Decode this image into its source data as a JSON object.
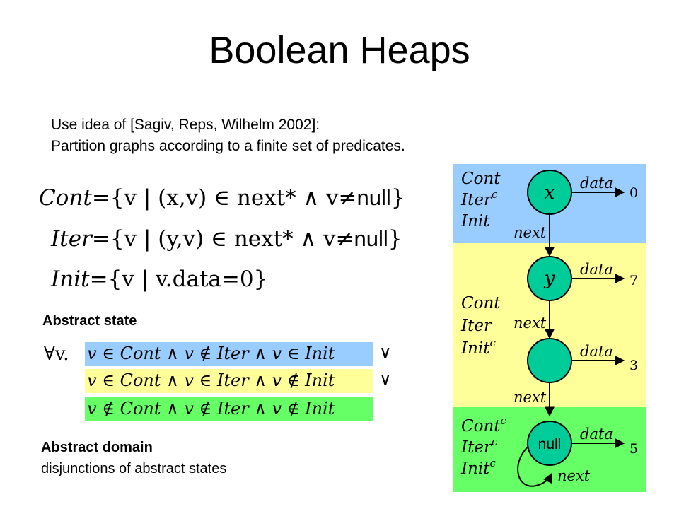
{
  "slide": {
    "title": "Boolean Heaps",
    "intro_line1": "Use idea of [Sagiv, Reps, Wilhelm 2002]:",
    "intro_line2": "Partition graphs according to a finite set of predicates."
  },
  "definitions": [
    {
      "name": "Cont",
      "body": "={v | (x,v) ∈ next* ∧ v≠",
      "null": "null",
      "end": "}"
    },
    {
      "name": "Iter",
      "body": "={v | (y,v) ∈ next* ∧ v≠",
      "null": "null",
      "end": "}"
    },
    {
      "name": "Init",
      "body": "={v | v.data=0}"
    }
  ],
  "abstract_state": {
    "heading": "Abstract state",
    "quantifier": "∀v.",
    "rows": [
      {
        "text": "v ∈ Cont ∧ v ∉ Iter ∧ v ∈ Init",
        "color": "#99ccff",
        "or": "∨"
      },
      {
        "text": "v ∈ Cont ∧ v ∈ Iter ∧ v ∉ Init",
        "color": "#ffff99",
        "or": "∨"
      },
      {
        "text": "v ∉ Cont ∧ v ∉ Iter ∧ v ∉ Init",
        "color": "#66ff66",
        "or": ""
      }
    ]
  },
  "abstract_domain": {
    "heading": "Abstract domain",
    "description": "disjunctions of abstract states"
  },
  "heap": {
    "regions": [
      {
        "color": "#99ccff",
        "labels": [
          "Cont",
          "Iter",
          "Init"
        ],
        "sup": [
          "",
          "c",
          ""
        ]
      },
      {
        "color": "#ffff99",
        "labels": [
          "Cont",
          "Iter",
          "Init"
        ],
        "sup": [
          "",
          "",
          "c"
        ]
      },
      {
        "color": "#66ff66",
        "labels": [
          "Cont",
          "Iter",
          "Init"
        ],
        "sup": [
          "c",
          "c",
          "c"
        ]
      }
    ],
    "node_color": "#00cc99",
    "nodes": [
      {
        "label": "x",
        "data": "0"
      },
      {
        "label": "y",
        "data": "7"
      },
      {
        "label": "",
        "data": "3"
      },
      {
        "label": "null",
        "data": "5"
      }
    ],
    "data_label": "data",
    "next_label": "next"
  }
}
